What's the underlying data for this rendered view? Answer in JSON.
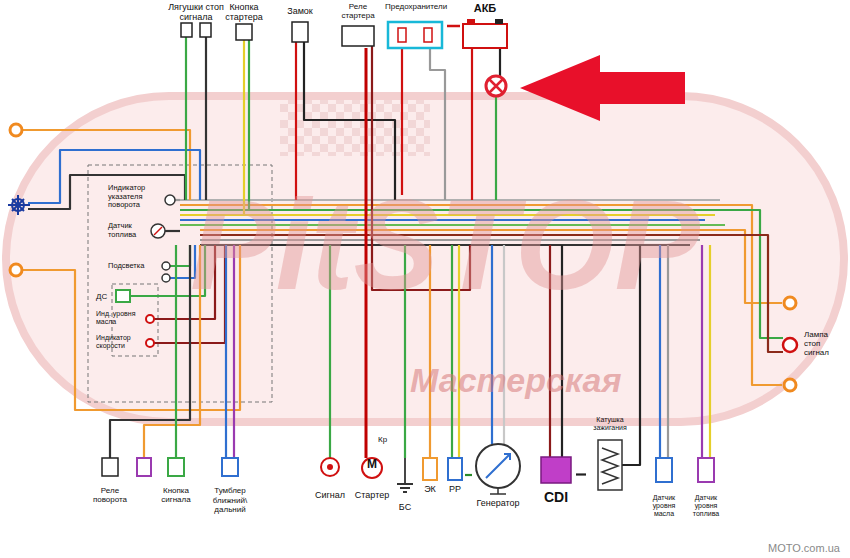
{
  "diagram": {
    "nodes": [
      {
        "text": [
          "Лягушки стоп сигнала"
        ]
      },
      {
        "text": [
          "Кнопка стартера"
        ]
      },
      {
        "text": [
          "Замок"
        ]
      },
      {
        "text": [
          "Реле стартера"
        ]
      },
      {
        "text": [
          "Предохранители"
        ]
      },
      {
        "text": [
          "АКБ"
        ]
      },
      {
        "text": [
          "Индикатор указателя поворота"
        ]
      },
      {
        "text": [
          "Датчик топлива"
        ]
      },
      {
        "text": [
          "Подсветка"
        ]
      },
      {
        "text": [
          "ДС"
        ]
      },
      {
        "text": [
          "Инд. уровня масла"
        ]
      },
      {
        "text": [
          "Индикатор скорости"
        ]
      },
      {
        "text": [
          "Лампа стоп сигнал"
        ]
      },
      {
        "text": [
          "Реле поворота"
        ]
      },
      {
        "text": [
          "Кнопка сигнала"
        ]
      },
      {
        "text": [
          "Тумблер ближний\\ дальний"
        ]
      },
      {
        "text": [
          "Сигнал"
        ]
      },
      {
        "text": [
          "М",
          "Стартер"
        ]
      },
      {
        "text": [
          "БС"
        ]
      },
      {
        "text": [
          "ЭК"
        ]
      },
      {
        "text": [
          "РР"
        ]
      },
      {
        "text": [
          "Генератор"
        ]
      },
      {
        "text": [
          "CDI"
        ]
      },
      {
        "text": [
          "Катушка зажигания"
        ]
      },
      {
        "text": [
          "Датчик уровня масла"
        ]
      },
      {
        "text": [
          "Датчик уровня топлива"
        ]
      }
    ],
    "edges": [
      {
        "from": 3,
        "to": 17,
        "arrow": "none"
      },
      {
        "from": 4,
        "to": 5,
        "arrow": "none"
      },
      {
        "from": 21,
        "to": 20,
        "arrow": "none"
      },
      {
        "from": 22,
        "to": 23,
        "arrow": "none"
      }
    ],
    "labels": [
      "Кр",
      "PitSTOP",
      "Мастерская",
      "MOTO.com.ua"
    ]
  }
}
